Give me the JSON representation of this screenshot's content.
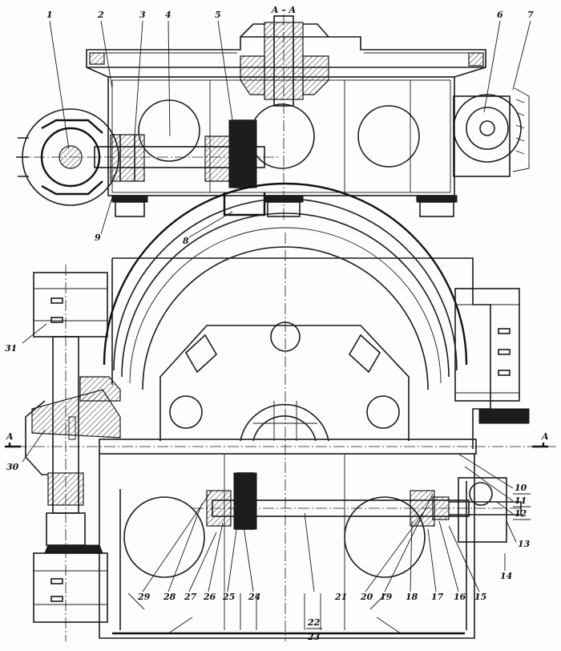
{
  "section_title": "A – A",
  "section_marks": {
    "left": "A",
    "right": "A"
  },
  "callouts": {
    "c1": "1",
    "c2": "2",
    "c3": "3",
    "c4": "4",
    "c5": "5",
    "c6": "6",
    "c7": "7",
    "c8": "8",
    "c9": "9",
    "c10": "10",
    "c11": "11",
    "c12": "12",
    "c13": "13",
    "c14": "14",
    "c15": "15",
    "c16": "16",
    "c17": "17",
    "c18": "18",
    "c19": "19",
    "c20": "20",
    "c21": "21",
    "c22": "22",
    "c23": "23",
    "c24": "24",
    "c25": "25",
    "c26": "26",
    "c27": "27",
    "c28": "28",
    "c29": "29",
    "c30": "30",
    "c31": "31"
  }
}
